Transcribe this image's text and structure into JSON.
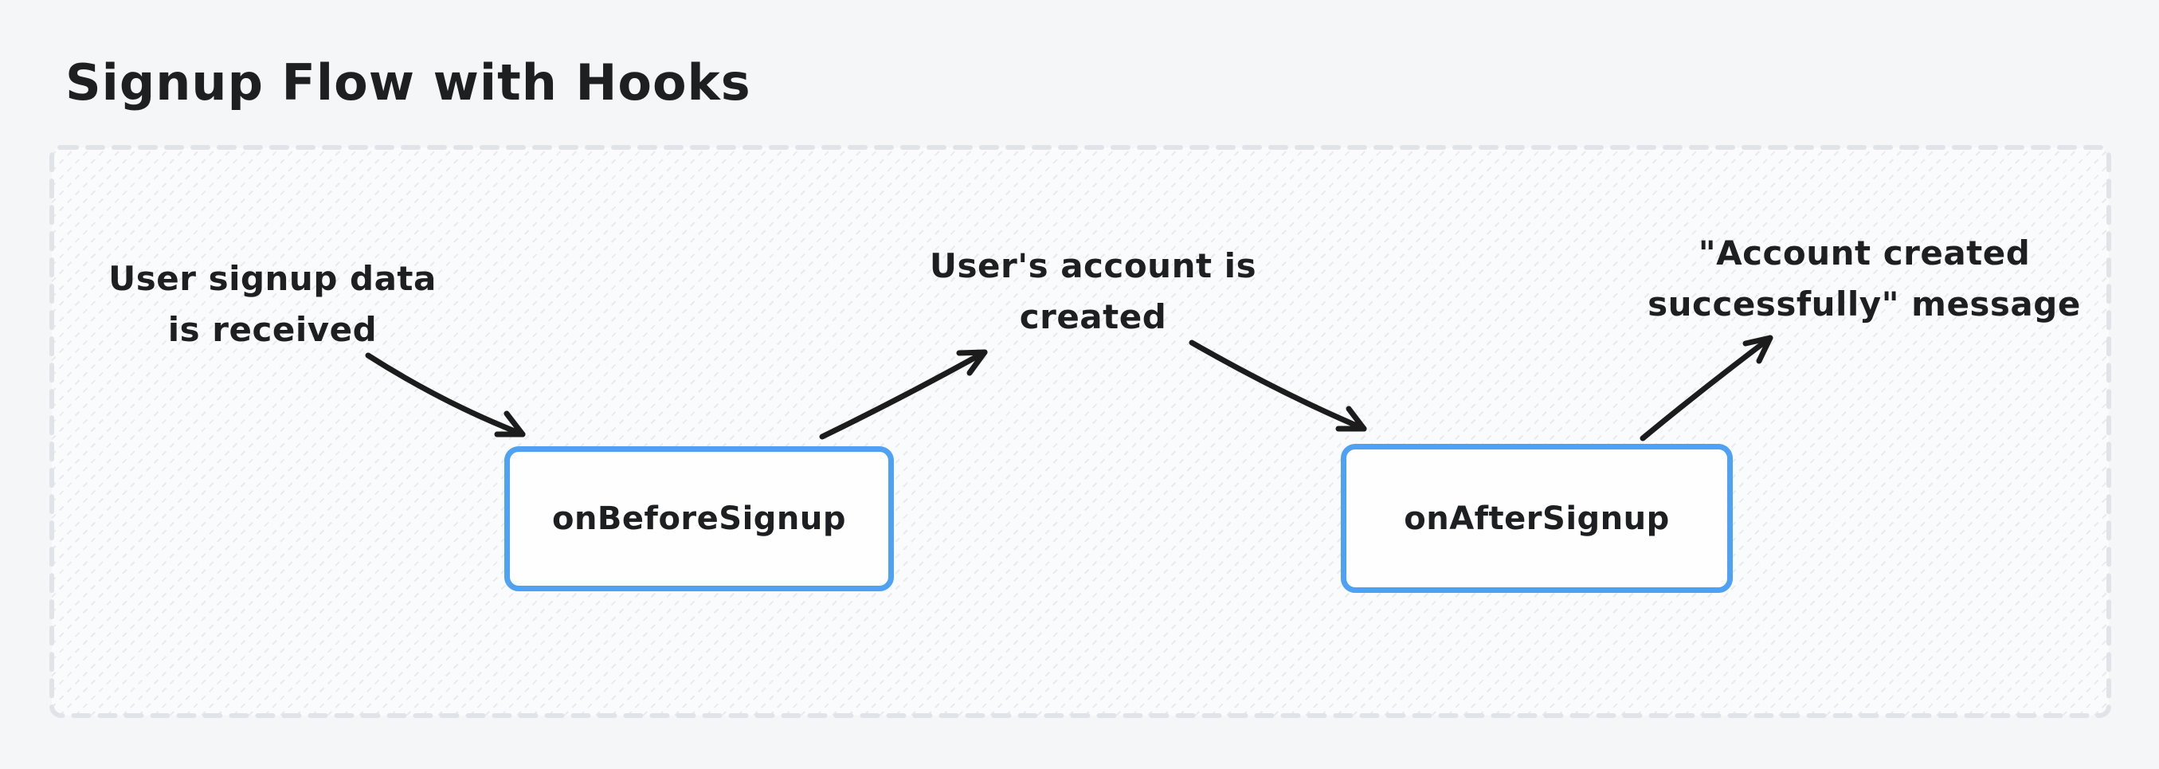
{
  "title": "Signup Flow with Hooks",
  "colors": {
    "page_bg": "#f5f6f7",
    "frame_bg": "#fafbfc",
    "frame_hatch": "#e8eaee",
    "frame_border": "#e0e3e8",
    "node_border": "#4ea1f3",
    "node_bg": "#fefefe",
    "text": "#1e1f21",
    "arrow": "#1c1c1c"
  },
  "diagram": {
    "nodes": [
      {
        "id": "onBeforeSignup",
        "label": "onBeforeSignup"
      },
      {
        "id": "onAfterSignup",
        "label": "onAfterSignup"
      }
    ],
    "annotations": [
      {
        "id": "signup-data",
        "lines": [
          "User signup data",
          "is received"
        ]
      },
      {
        "id": "account-created",
        "lines": [
          "User's account is",
          "created"
        ]
      },
      {
        "id": "success-message",
        "lines": [
          "\"Account created",
          "successfully\" message"
        ]
      }
    ],
    "edges": [
      {
        "from": "signup-data",
        "to": "onBeforeSignup"
      },
      {
        "from": "onBeforeSignup",
        "to": "account-created"
      },
      {
        "from": "account-created",
        "to": "onAfterSignup"
      },
      {
        "from": "onAfterSignup",
        "to": "success-message"
      }
    ]
  }
}
